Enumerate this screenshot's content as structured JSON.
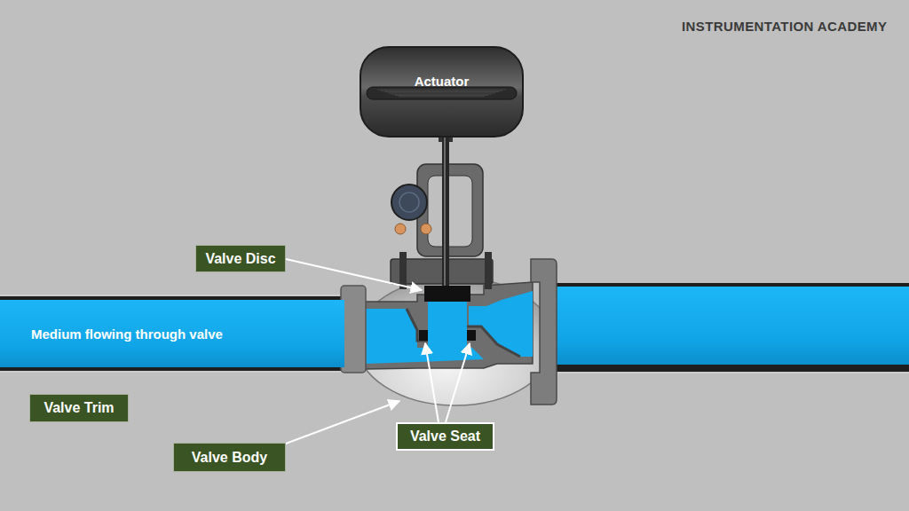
{
  "diagram": {
    "nodes": [
      {
        "text": [
          "Actuator"
        ]
      },
      {
        "text": [
          "Valve Disc"
        ]
      },
      {
        "text": [
          "Medium flowing through valve"
        ]
      },
      {
        "text": [
          "Valve Trim"
        ]
      },
      {
        "text": [
          "Valve Seat"
        ]
      },
      {
        "text": [
          "Valve Body"
        ]
      }
    ],
    "labels": [
      "INSTRUMENTATION ACADEMY"
    ]
  }
}
